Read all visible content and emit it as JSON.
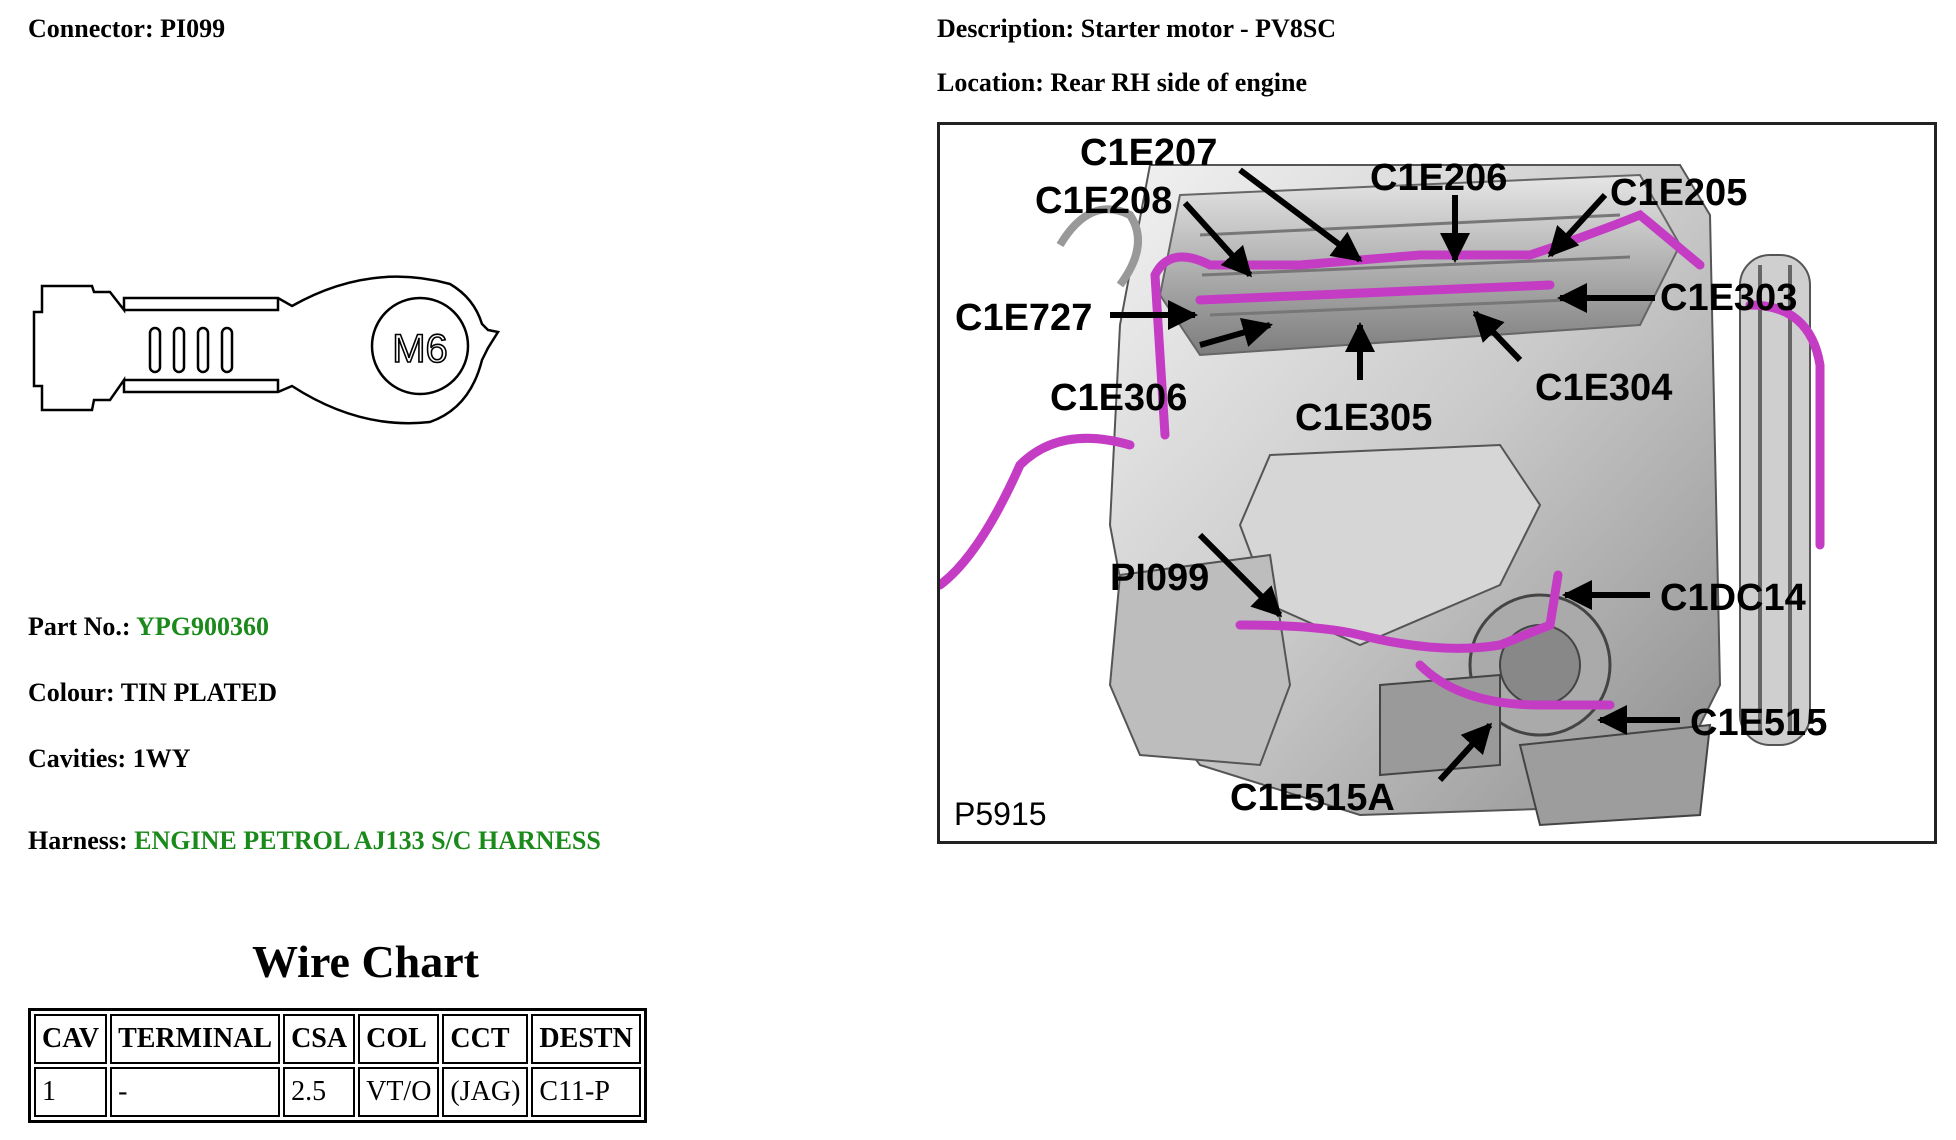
{
  "header": {
    "connector_label": "Connector:",
    "connector_value": "PI099",
    "description_label": "Description:",
    "description_value": "Starter motor - PV8SC",
    "location_label": "Location:",
    "location_value": "Rear RH side of engine"
  },
  "connector_drawing": {
    "stud_text": "M6"
  },
  "details": {
    "part_label": "Part No.:",
    "part_value": "YPG900360",
    "colour_label": "Colour:",
    "colour_value": "TIN PLATED",
    "cavities_label": "Cavities:",
    "cavities_value": "1WY",
    "harness_label": "Harness:",
    "harness_value": "ENGINE PETROL AJ133 S/C HARNESS"
  },
  "wire_chart": {
    "title": "Wire Chart",
    "columns": [
      "CAV",
      "TERMINAL",
      "CSA",
      "COL",
      "CCT",
      "DESTN"
    ],
    "rows": [
      [
        "1",
        "-",
        "2.5",
        "VT/O",
        "(JAG)",
        "C11-P"
      ]
    ]
  },
  "figure": {
    "picture_id": "P5915",
    "callouts": [
      "C1E207",
      "C1E206",
      "C1E205",
      "C1E208",
      "C1E727",
      "C1E303",
      "C1E306",
      "C1E305",
      "C1E304",
      "PI099",
      "C1DC14",
      "C1E515",
      "C1E515A"
    ]
  },
  "colors": {
    "link_green": "#1a8a1a",
    "harness_purple": "#c43cc4"
  }
}
